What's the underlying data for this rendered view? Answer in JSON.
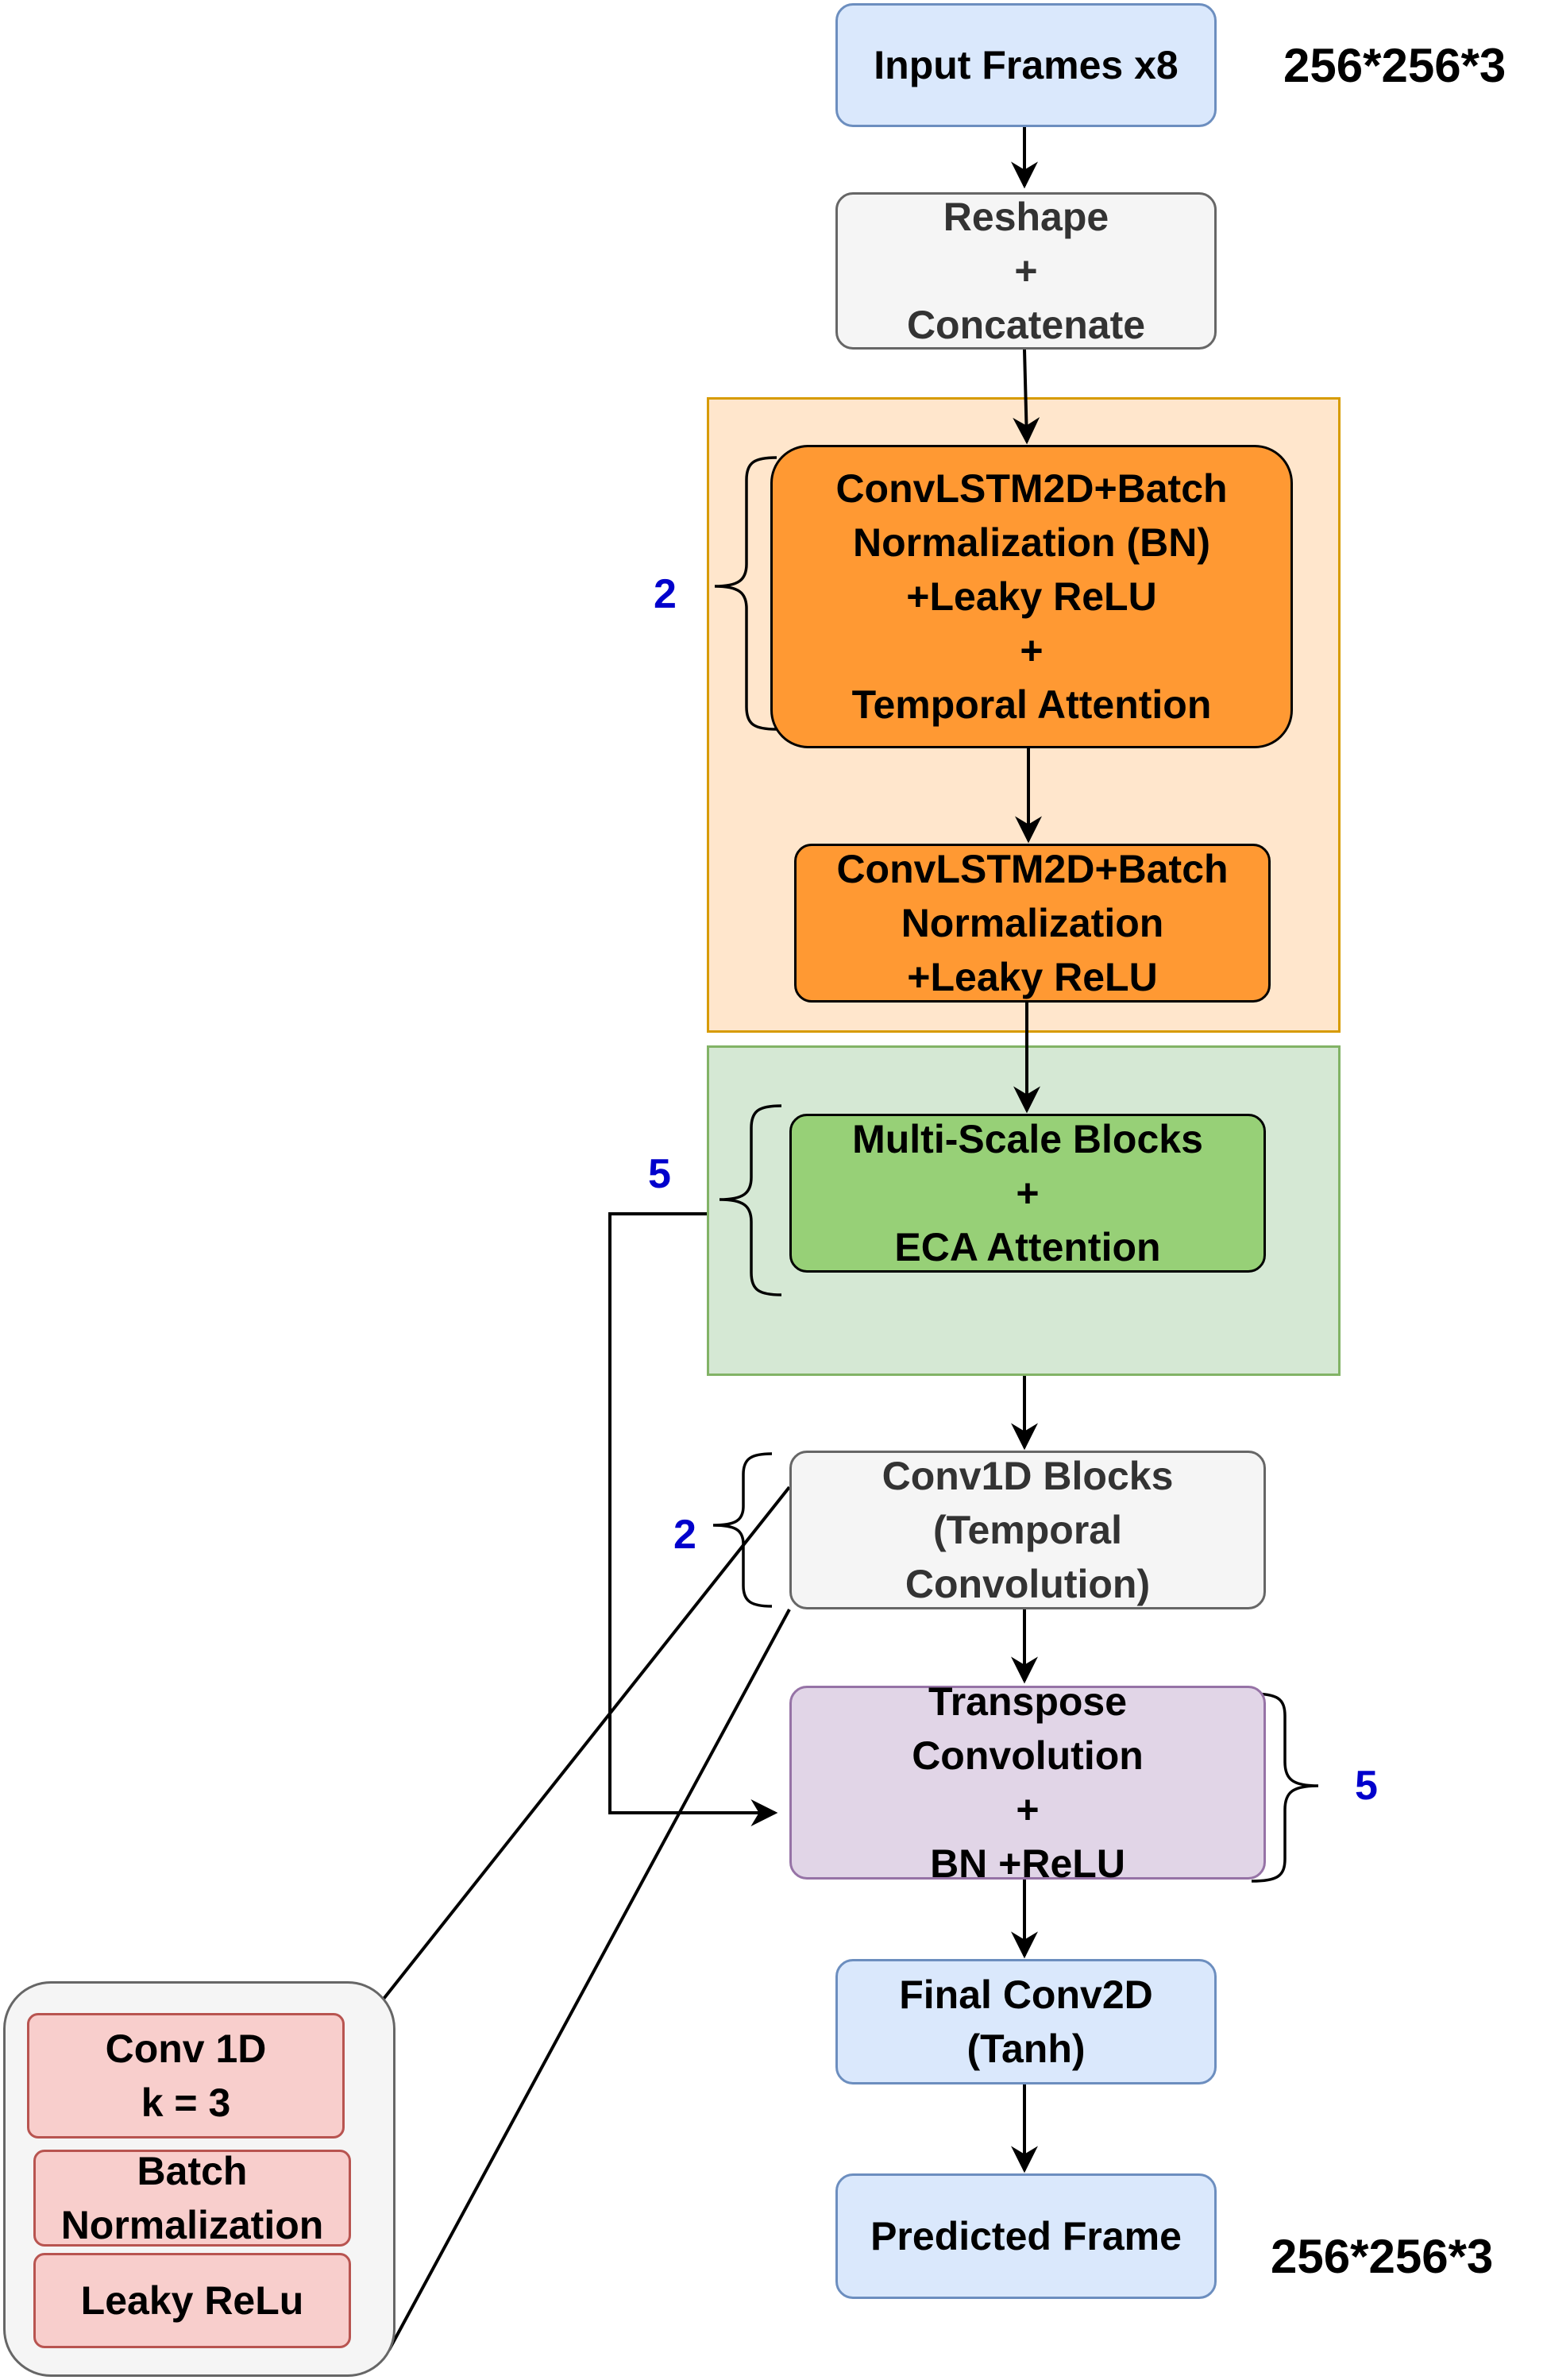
{
  "nodes": {
    "input_frames": [
      "Input Frames x8"
    ],
    "reshape": [
      "Reshape",
      "+",
      "Concatenate"
    ],
    "convlstm_attn": [
      "ConvLSTM2D+Batch",
      "Normalization (BN)",
      "+Leaky ReLU",
      "+",
      "Temporal Attention"
    ],
    "convlstm_plain": [
      "ConvLSTM2D+Batch",
      "Normalization",
      "+Leaky ReLU"
    ],
    "multiscale": [
      "Multi-Scale Blocks",
      "+",
      "ECA Attention"
    ],
    "conv1d_blocks": [
      "Conv1D Blocks",
      "(Temporal",
      "Convolution)"
    ],
    "transpose": [
      "Transpose",
      "Convolution",
      "+",
      "BN +ReLU"
    ],
    "final_conv": [
      "Final Conv2D",
      "(Tanh)"
    ],
    "predicted": [
      "Predicted Frame"
    ]
  },
  "inset": {
    "conv1d": [
      "Conv 1D",
      "k = 3"
    ],
    "batchnorm": [
      "Batch",
      "Normalization"
    ],
    "leaky": [
      "Leaky ReLu"
    ]
  },
  "repeats": {
    "convlstm": "2",
    "multiscale": "5",
    "conv1d": "2",
    "transpose": "5"
  },
  "dims": {
    "input": "256*256*3",
    "output": "256*256*3"
  },
  "colors": {
    "repeat_label": "#0000cc",
    "io_fill": "#dae8fc",
    "encoder_region": "#ffe6cc",
    "convlstm_fill": "#ff9933",
    "multiscale_region": "#d5e8d4",
    "multiscale_fill": "#97d077",
    "transpose_fill": "#e1d5e7",
    "inset_fill": "#f8cecc"
  }
}
